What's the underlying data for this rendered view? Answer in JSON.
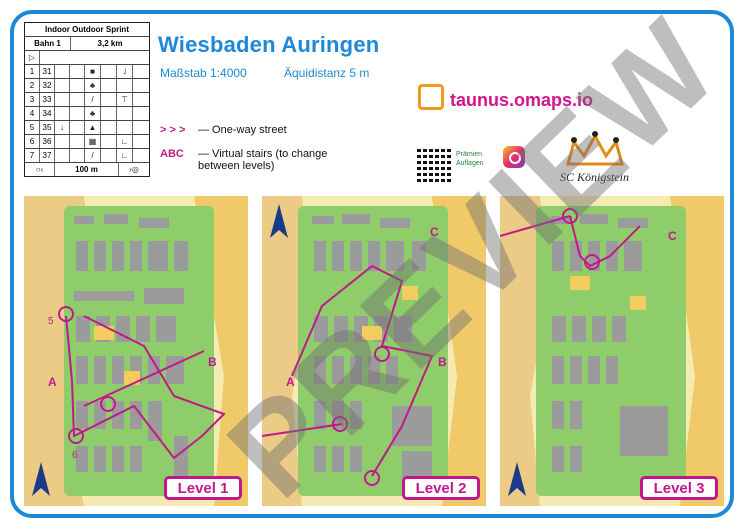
{
  "event": {
    "title": "Wiesbaden Auringen",
    "scale": "Maßstab 1:4000",
    "contour": "Äquidistanz 5 m"
  },
  "description": {
    "header": "Indoor Outdoor Sprint",
    "course": "Bahn 1",
    "length": "3,2 km",
    "controls": [
      {
        "num": "1",
        "code": "31"
      },
      {
        "num": "2",
        "code": "32"
      },
      {
        "num": "3",
        "code": "33"
      },
      {
        "num": "4",
        "code": "34"
      },
      {
        "num": "5",
        "code": "35"
      },
      {
        "num": "6",
        "code": "36"
      },
      {
        "num": "7",
        "code": "37"
      }
    ],
    "finish": "100 m"
  },
  "legend": {
    "oneway_symbol": "> > >",
    "oneway_text": "— One-way street",
    "stairs_symbol": "ABC",
    "stairs_text": "— Virtual stairs (to change between levels)"
  },
  "branding": {
    "site": "taunus.omaps.io",
    "club": "SC Königstein",
    "brand_small": "Prämien Auflagen"
  },
  "maps": [
    {
      "label": "Level 1"
    },
    {
      "label": "Level 2"
    },
    {
      "label": "Level 3"
    }
  ],
  "watermark": "PREVIEW",
  "colors": {
    "accent": "#1e88d8",
    "course": "#c2188b",
    "orange": "#f39a1d"
  }
}
